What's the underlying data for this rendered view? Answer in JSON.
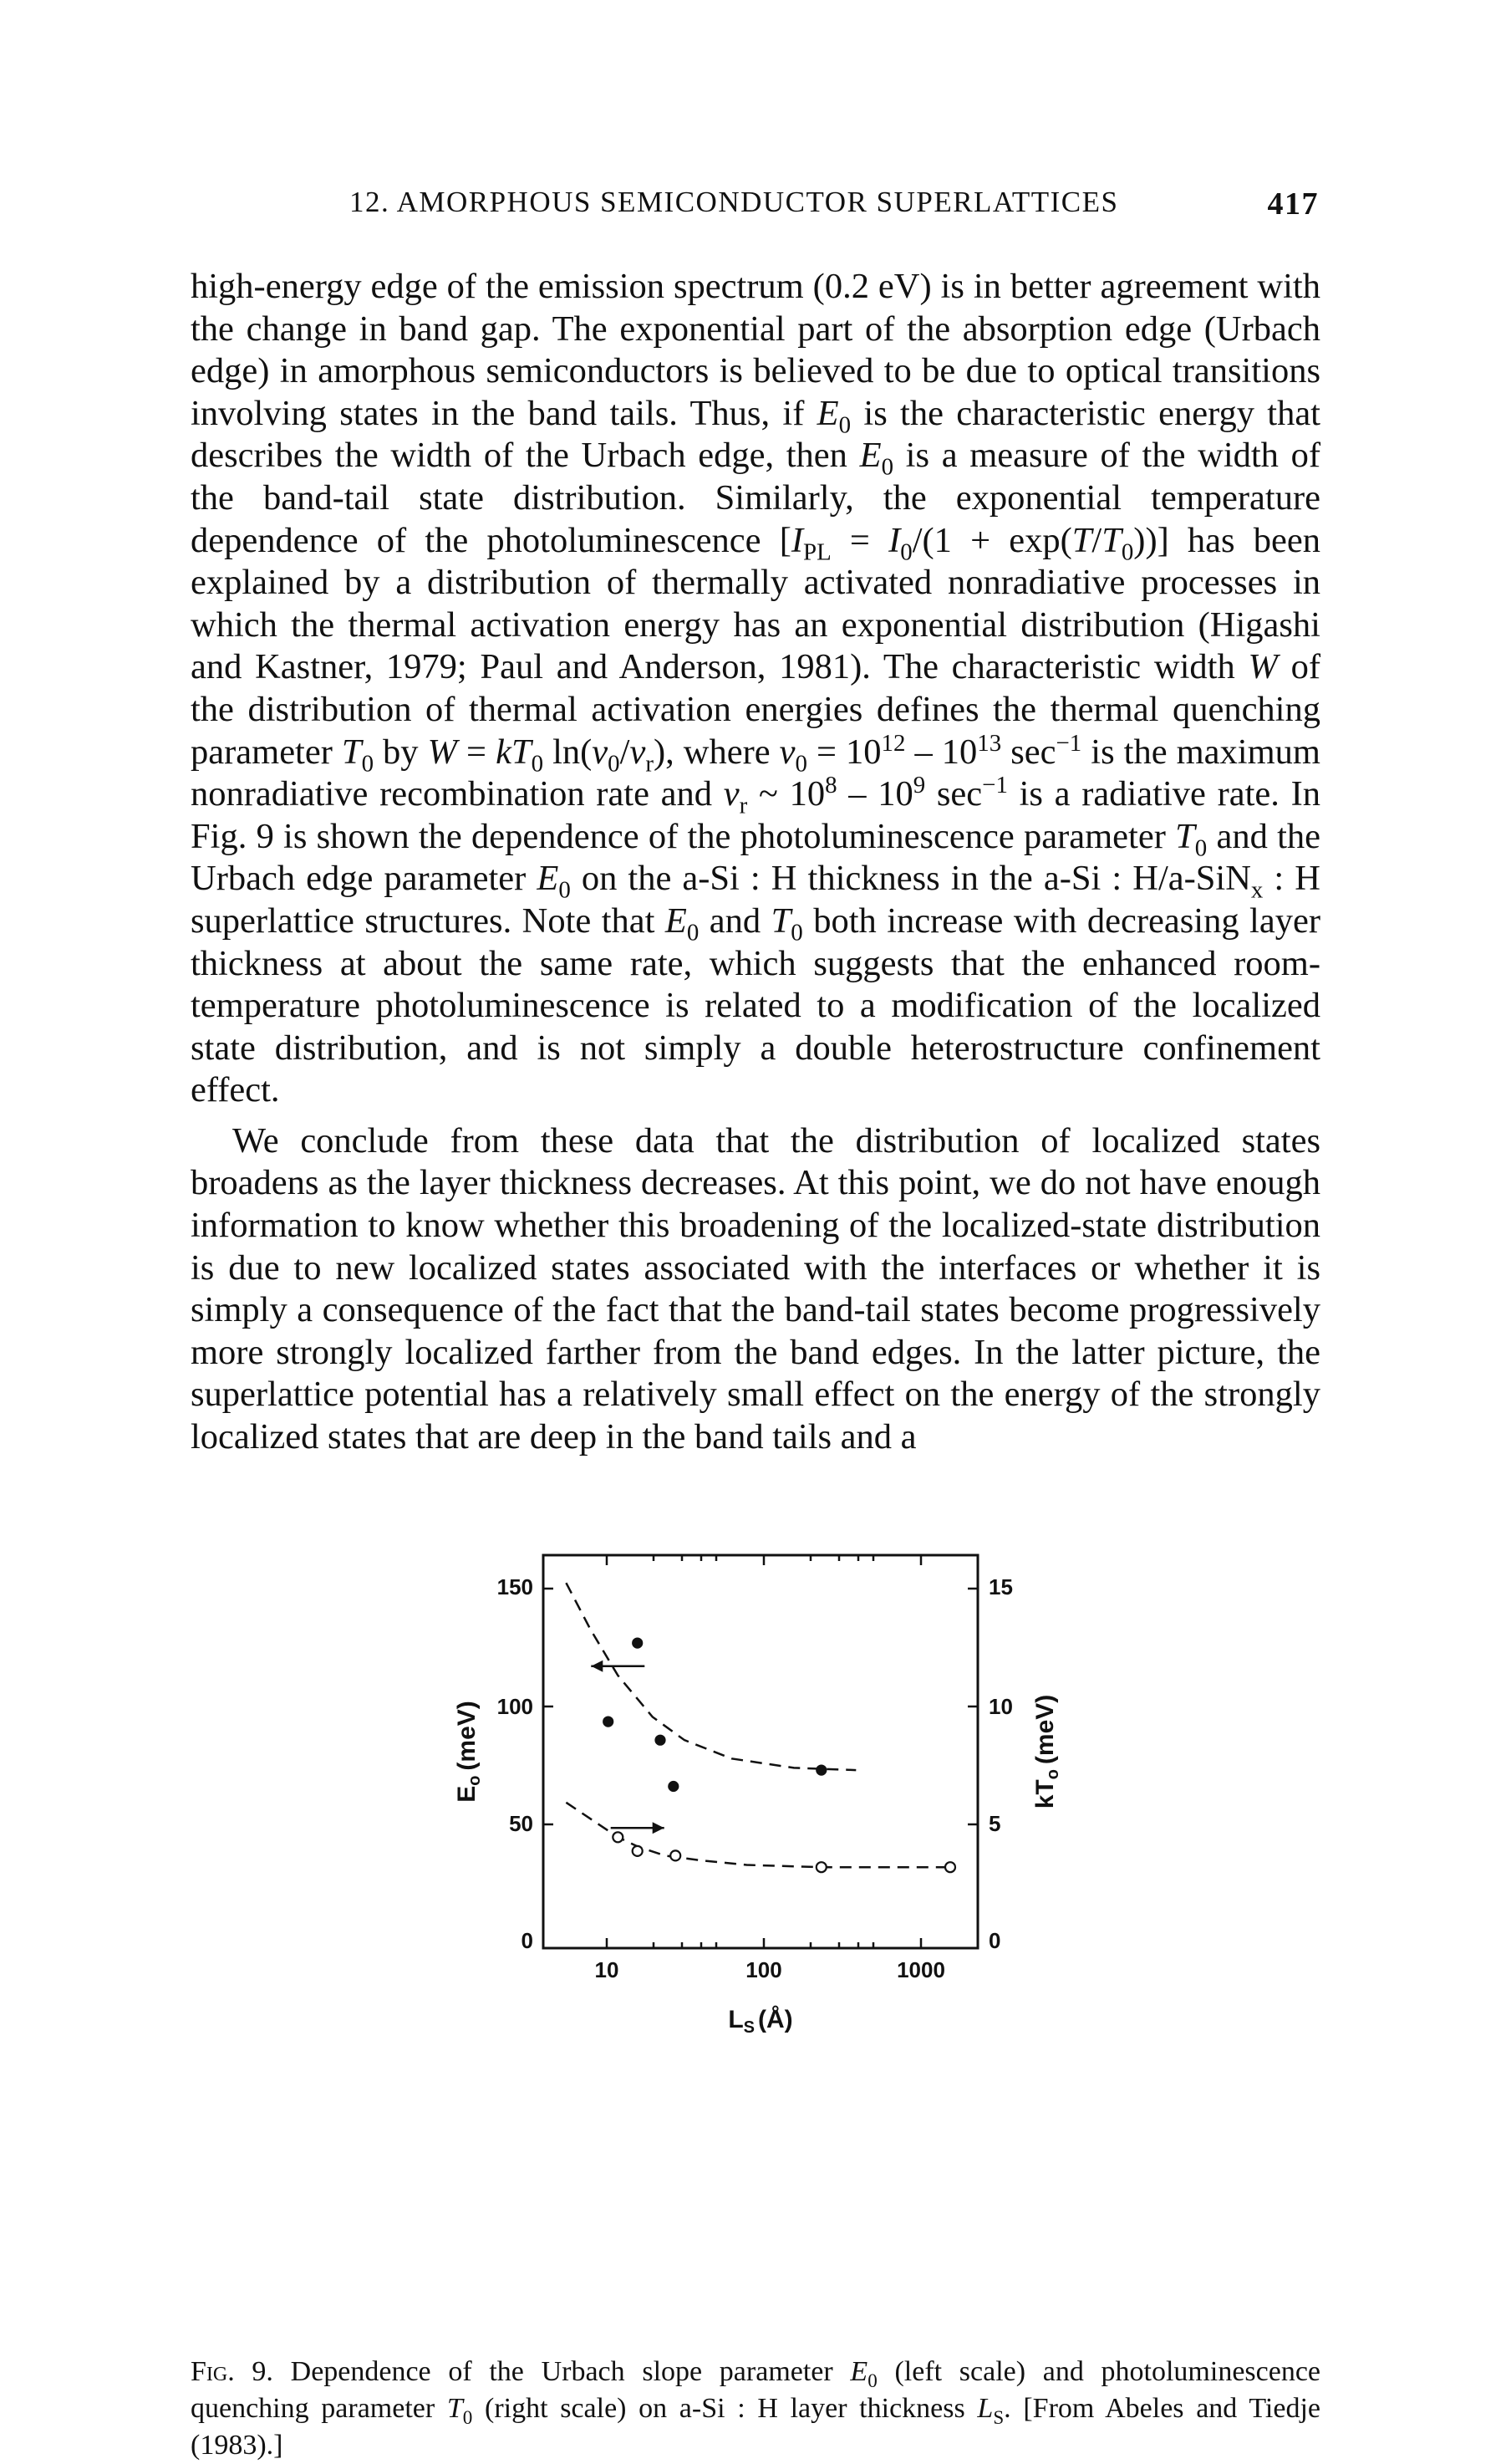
{
  "header": {
    "running_title": "12. AMORPHOUS SEMICONDUCTOR SUPERLATTICES",
    "page_number": "417"
  },
  "body": {
    "p1": {
      "a": "high-energy edge of the emission spectrum (0.2 eV) is in better agreement with the change in band gap. The exponential part of the absorption edge (Urbach edge) in amorphous semiconductors is believed to be due to optical transitions involving states in the band tails. Thus, if ",
      "e0": "E",
      "e0_sub": "0",
      "b": " is the characteristic energy that describes the width of the Urbach edge, then ",
      "c": " is a measure of the width of the band-tail state distribution. Similarly, the exponential temperature dependence of the photoluminescence [",
      "ipl": "I",
      "ipl_sub": "PL",
      "d": " = ",
      "i0": "I",
      "i0_sub": "0",
      "e": "/(1 + exp(",
      "t": "T",
      "f": "/",
      "t0": "T",
      "t0_sub": "0",
      "g": "))] has been explained by a distribution of thermally activated nonradiative processes in which the thermal activation energy has an exponential distribution (Higashi and Kastner, 1979; Paul and Anderson, 1981). The characteristic width ",
      "w": "W",
      "h": " of the distribution of thermal activation energies defines the thermal quenching parameter ",
      "k": " by ",
      "w2": "W",
      "l": " = ",
      "kt0": "kT",
      "m": " ln(",
      "nu0": "ν",
      "nu0_sub": "0",
      "n": "/",
      "nur": "ν",
      "nur_sub": "r",
      "o": "), where ",
      "q": " = 10",
      "exp12": "12",
      "r": " – 10",
      "exp13": "13",
      "s": " sec",
      "neg1": "−1",
      "u": " is the maximum nonradiative recombination rate and ",
      "v": " ~ 10",
      "exp8": "8",
      "x": " – 10",
      "exp9": "9",
      "y": " is a radiative rate. In Fig. 9 is shown the dependence of the photoluminescence parameter ",
      "z": " and the Urbach edge parameter ",
      "aa": " on the a-Si : H thickness in the a-Si : H/a-SiN",
      "nx_sub": "x",
      "ab": " : H superlattice structures. Note that ",
      "ac": " and ",
      "ad": " both increase with decreasing layer thickness at about the same rate, which suggests that the enhanced room-temperature photoluminescence is related to a modification of the localized state distribution, and is not simply a double heterostructure confinement effect."
    },
    "p2": "We conclude from these data that the distribution of localized states broadens as the layer thickness decreases. At this point, we do not have enough information to know whether this broadening of the localized-state distribution is due to new localized states associated with the interfaces or whether it is simply a consequence of the fact that the band-tail states become progressively more strongly localized farther from the band edges. In the latter picture, the superlattice potential has a relatively small effect on the energy of the strongly localized states that are deep in the band tails and a"
  },
  "figure": {
    "left_ylabel": "E",
    "left_ylabel_sub": "o",
    "left_ylabel_unit": "(meV)",
    "right_ylabel": "kT",
    "right_ylabel_sub": "o",
    "right_ylabel_unit": "(meV)",
    "xlabel": "L",
    "xlabel_sub": "S",
    "xlabel_unit": "(Å)",
    "left_ticks": [
      "150",
      "100",
      "50",
      "0"
    ],
    "right_ticks": [
      "15",
      "10",
      "5",
      "0"
    ],
    "x_ticks": [
      "10",
      "100",
      "1000"
    ]
  },
  "chart_data": {
    "type": "scatter",
    "x_scale": "log",
    "xlim": [
      5,
      3000
    ],
    "ylim_left": [
      0,
      170
    ],
    "ylim_right": [
      0,
      17
    ],
    "series": [
      {
        "axis": "left",
        "marker": "filled-circle",
        "x": [
          13,
          20,
          28,
          34,
          300
        ],
        "y": [
          98,
          132,
          90,
          70,
          77
        ]
      },
      {
        "axis": "right",
        "marker": "open-circle",
        "x": [
          15,
          20,
          35,
          300,
          2000
        ],
        "y": [
          4.8,
          4.2,
          4.0,
          3.5,
          3.5
        ]
      }
    ],
    "fit_curves": [
      {
        "axis": "left",
        "style": "dashed",
        "x": [
          7,
          10,
          15,
          25,
          40,
          80,
          200,
          500
        ],
        "y": [
          158,
          138,
          118,
          100,
          90,
          82,
          78,
          77
        ]
      },
      {
        "axis": "right",
        "style": "dashed",
        "x": [
          7,
          10,
          15,
          20,
          30,
          50,
          100,
          300,
          1000,
          2000
        ],
        "y": [
          6.3,
          5.6,
          4.8,
          4.4,
          4.0,
          3.8,
          3.6,
          3.5,
          3.5,
          3.5
        ]
      }
    ],
    "arrows": [
      {
        "points_to": "left axis",
        "x": 15,
        "y": 122
      },
      {
        "points_to": "right axis",
        "x": 20,
        "y": 5.2
      }
    ]
  },
  "caption": {
    "label": "Fig. 9.",
    "a": " Dependence of the Urbach slope parameter ",
    "e0": "E",
    "e0_sub": "0",
    "b": " (left scale) and photoluminescence quenching parameter ",
    "t0": "T",
    "t0_sub": "0",
    "c": " (right scale) on a-Si : H layer thickness ",
    "ls": "L",
    "ls_sub": "S",
    "d": ". [From Abeles and Tiedje (1983).]"
  }
}
